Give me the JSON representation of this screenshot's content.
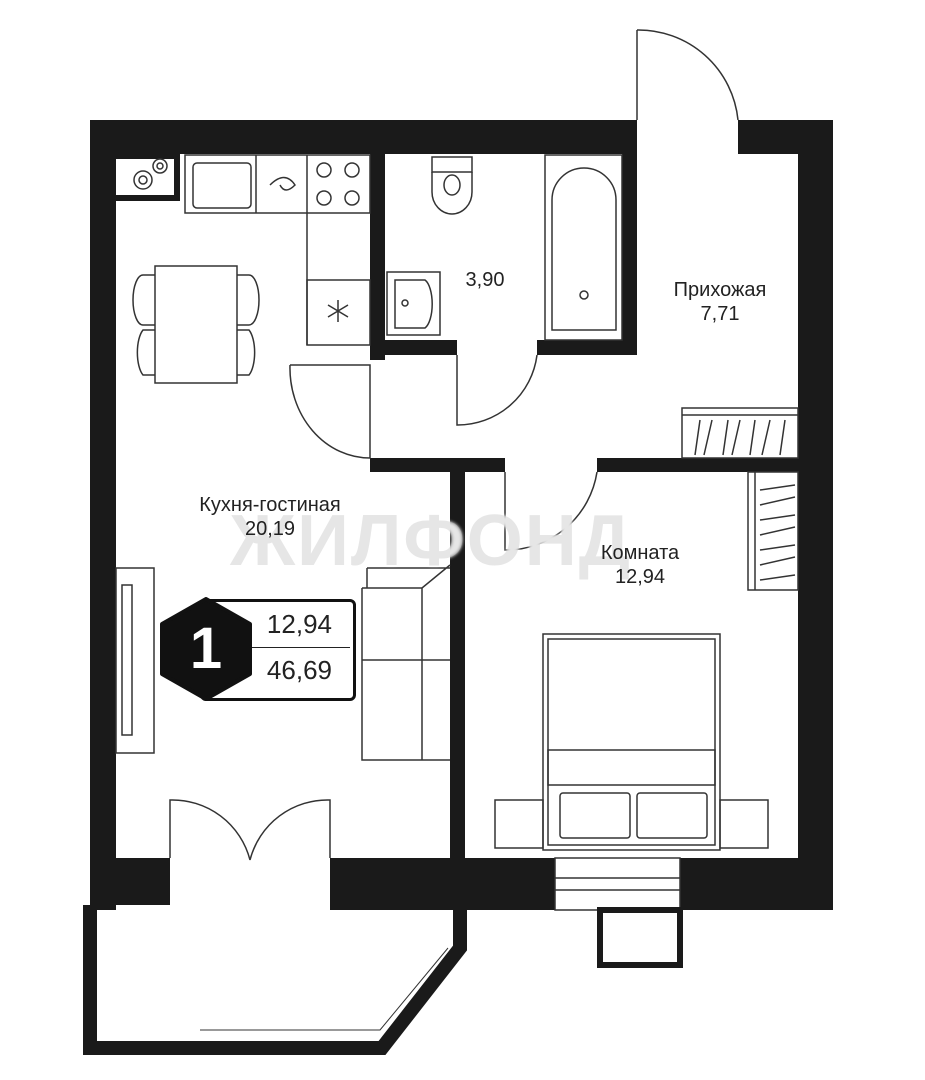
{
  "rooms": [
    {
      "name": "Кухня-гостиная",
      "area": "20,19"
    },
    {
      "name": "",
      "area": "3,90"
    },
    {
      "name": "Прихожая",
      "area": "7,71"
    },
    {
      "name": "Комната",
      "area": "12,94"
    }
  ],
  "badge": {
    "rooms_count": "1",
    "living_area": "12,94",
    "total_area": "46,69"
  },
  "watermark": "ЖИЛФОНД",
  "colors": {
    "wall": "#1a1a1a",
    "line": "#333333"
  }
}
